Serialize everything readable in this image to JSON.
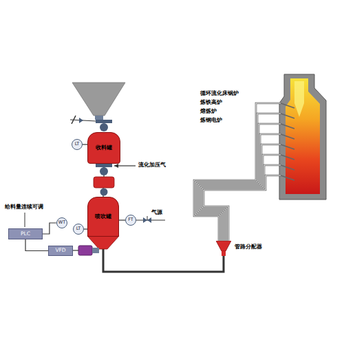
{
  "diagram": {
    "nodes": [
      {
        "text": [
          "LT"
        ]
      },
      {
        "text": [
          "收料罐"
        ]
      },
      {
        "text": [
          "喷吹罐"
        ]
      },
      {
        "text": [
          "WT"
        ]
      },
      {
        "text": [
          "FT"
        ]
      },
      {
        "text": [
          "LT"
        ]
      },
      {
        "text": [
          "PLC"
        ]
      },
      {
        "text": [
          "VFD"
        ]
      },
      {
        "text": [
          "管路分配器"
        ]
      }
    ],
    "edges": [
      {
        "from": 0,
        "to": 1,
        "arrow": "none"
      },
      {
        "from": 1,
        "to": 2,
        "arrow": "none"
      },
      {
        "from": 3,
        "to": 6,
        "arrow": "none"
      },
      {
        "from": 5,
        "to": 2,
        "arrow": "none"
      },
      {
        "from": 4,
        "to": 2,
        "arrow": "none"
      },
      {
        "from": 6,
        "to": 7,
        "arrow": "none"
      },
      {
        "from": 2,
        "to": 8,
        "arrow": "none"
      }
    ],
    "labels": [
      "流化加压气",
      "气源",
      "给料量连续可调",
      "循环流化床锅炉",
      "炼铁高炉",
      "熔炼炉",
      "炼钢电炉"
    ]
  }
}
